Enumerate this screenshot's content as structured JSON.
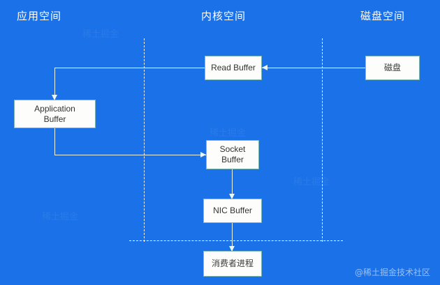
{
  "diagram": {
    "background_color": "#1a71e8",
    "box_fill_color": "#fdfdfb",
    "box_border_color": "#7fb8b0",
    "line_color": "#eaf6f4",
    "columns": [
      {
        "id": "app-space",
        "label": "应用空间"
      },
      {
        "id": "kernel-space",
        "label": "内核空间"
      },
      {
        "id": "disk-space",
        "label": "磁盘空间"
      }
    ],
    "nodes": [
      {
        "id": "read-buffer",
        "label": "Read Buffer"
      },
      {
        "id": "disk",
        "label": "磁盘"
      },
      {
        "id": "app-buffer",
        "label": "Application Buffer"
      },
      {
        "id": "app-buffer-l1",
        "label": "Application"
      },
      {
        "id": "app-buffer-l2",
        "label": "Buffer"
      },
      {
        "id": "socket-buffer",
        "label": "Socket Buffer"
      },
      {
        "id": "socket-l1",
        "label": "Socket"
      },
      {
        "id": "socket-l2",
        "label": "Buffer"
      },
      {
        "id": "nic-buffer",
        "label": "NIC Buffer"
      },
      {
        "id": "consumer",
        "label": "消费者进程"
      }
    ],
    "edges": [
      {
        "from": "disk",
        "to": "read-buffer",
        "direction": "left"
      },
      {
        "from": "read-buffer",
        "to": "app-buffer",
        "direction": "down"
      },
      {
        "from": "app-buffer",
        "to": "socket-buffer",
        "direction": "right"
      },
      {
        "from": "socket-buffer",
        "to": "nic-buffer",
        "direction": "down"
      },
      {
        "from": "nic-buffer",
        "to": "consumer",
        "direction": "down"
      }
    ]
  },
  "watermark": {
    "corner": "@稀土掘金技术社区",
    "faint": "稀土掘金"
  }
}
